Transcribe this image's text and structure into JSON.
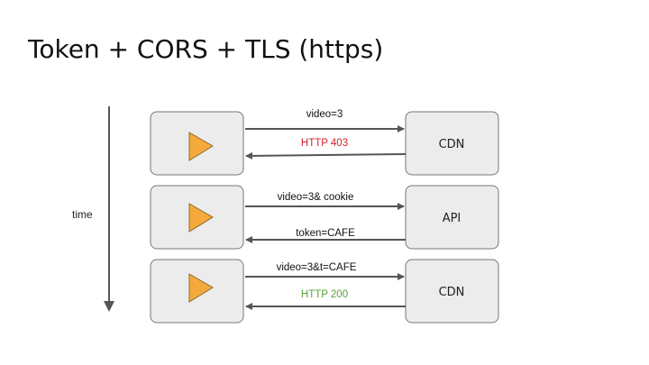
{
  "title": "Token + CORS + TLS (https)",
  "time_label": "time",
  "colors": {
    "box_fill": "#ececec",
    "box_stroke": "#777777",
    "arrow": "#555555",
    "play_fill": "#f6a93b",
    "play_stroke": "#8a6a2c",
    "error": "#d0222a",
    "success": "#58a33c"
  },
  "rows": [
    {
      "server": "CDN",
      "request": "video=3",
      "response": "HTTP 403",
      "response_status": "error",
      "player_icon": "play-icon"
    },
    {
      "server": "API",
      "request": "video=3& cookie",
      "response": "token=CAFE",
      "response_status": "normal",
      "player_icon": "play-icon"
    },
    {
      "server": "CDN",
      "request": "video=3&t=CAFE",
      "response": "HTTP 200",
      "response_status": "success",
      "player_icon": "play-icon"
    }
  ]
}
